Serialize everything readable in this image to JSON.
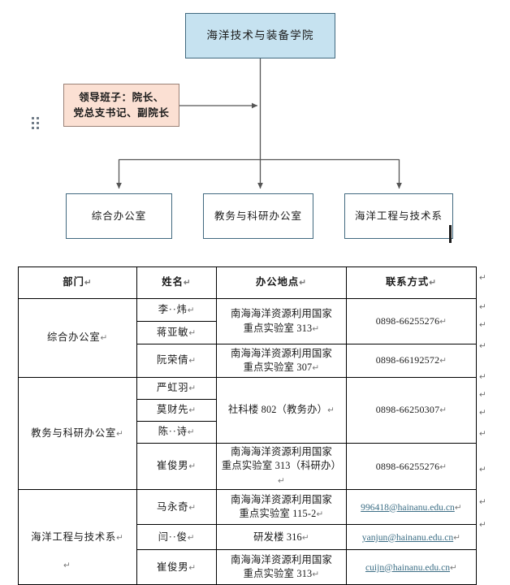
{
  "org_chart": {
    "root": {
      "label": "海洋技术与装备学院"
    },
    "leadership": {
      "line1": "领导班子：院长、",
      "line2": "党总支书记、副院长"
    },
    "departments": [
      {
        "label": "综合办公室"
      },
      {
        "label": "教务与科研办公室"
      },
      {
        "label": "海洋工程与技术系"
      }
    ],
    "colors": {
      "root_fill": "#c6e2f0",
      "root_border": "#41697f",
      "leader_fill": "#fbe0d3",
      "leader_border": "#9a8176",
      "dept_border": "#41697f",
      "connector": "#555555"
    }
  },
  "table": {
    "headers": [
      "部门",
      "姓名",
      "办公地点",
      "联系方式"
    ],
    "pilcrow": "↵",
    "groups": [
      {
        "department": "综合办公室",
        "rows": [
          {
            "name": "李··炜",
            "location": "南海海洋资源利用国家重点实验室 313",
            "contact": "0898-66255276",
            "is_email": false
          },
          {
            "name": "蒋亚敏",
            "location": "南海海洋资源利用国家重点实验室 313",
            "contact": "0898-66255276",
            "is_email": false
          },
          {
            "name": "阮荣倩",
            "location": "南海海洋资源利用国家重点实验室 307",
            "contact": "0898-66192572",
            "is_email": false
          }
        ]
      },
      {
        "department": "教务与科研办公室",
        "rows": [
          {
            "name": "严虹羽",
            "location": "社科楼 802（教务办）",
            "contact": "0898-66250307",
            "is_email": false
          },
          {
            "name": "莫财先",
            "location": "社科楼 802（教务办）",
            "contact": "0898-66250307",
            "is_email": false
          },
          {
            "name": "陈··诗",
            "location": "社科楼 802（教务办）",
            "contact": "0898-66250307",
            "is_email": false
          },
          {
            "name": "崔俊男",
            "location": "南海海洋资源利用国家重点实验室 313（科研办）",
            "contact": "0898-66255276",
            "is_email": false
          }
        ]
      },
      {
        "department": "海洋工程与技术系",
        "rows": [
          {
            "name": "马永奇",
            "location": "南海海洋资源利用国家重点实验室 115-2",
            "contact": "996418@hainanu.edu.cn",
            "is_email": true
          },
          {
            "name": "闫··俊",
            "location": "研发楼 316",
            "contact": "yanjun@hainanu.edu.cn",
            "is_email": true
          },
          {
            "name": "崔俊男",
            "location": "南海海洋资源利用国家重点实验室 313",
            "contact": "cuijn@hainanu.edu.cn",
            "is_email": true
          }
        ]
      }
    ],
    "cells": {
      "loc_r1_l1": "南海海洋资源利用国家",
      "loc_r1_l2": "重点实验室 313",
      "loc_r2_l1": "南海海洋资源利用国家",
      "loc_r2_l2": "重点实验室 307",
      "loc_r3": "社科楼 802（教务办）",
      "loc_r4_l1": "南海海洋资源利用国家",
      "loc_r4_l2": "重点实验室 313（科研办）",
      "loc_r5_l1": "南海海洋资源利用国家",
      "loc_r5_l2": "重点实验室 115-2",
      "loc_r6": "研发楼 316",
      "loc_r7_l1": "南海海洋资源利用国家",
      "loc_r7_l2": "重点实验室 313",
      "phone_a": "0898-66255276",
      "phone_b": "0898-66192572",
      "phone_c": "0898-66250307",
      "phone_d": "0898-66255276",
      "mail_a": "996418@hainanu.edu.cn",
      "mail_b": "yanjun@hainanu.edu.cn",
      "mail_c": "cuijn@hainanu.edu.cn",
      "name_1": "李··炜",
      "name_2": "蒋亚敏",
      "name_3": "阮荣倩",
      "name_4": "严虹羽",
      "name_5": "莫财先",
      "name_6": "陈··诗",
      "name_7": "崔俊男",
      "name_8": "马永奇",
      "name_9": "闫··俊",
      "name_10": "崔俊男",
      "dept_1": "综合办公室",
      "dept_2": "教务与科研办公室",
      "dept_3": "海洋工程与技术系"
    }
  }
}
